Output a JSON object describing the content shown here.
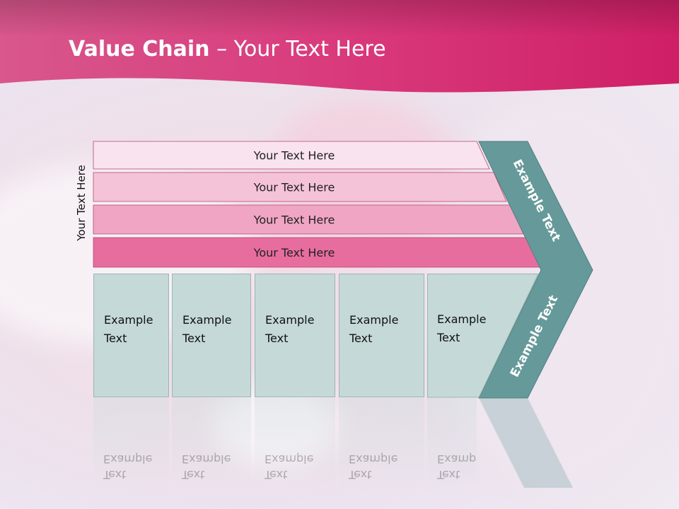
{
  "title": {
    "bold": "Value Chain",
    "rest": "– Your Text Here"
  },
  "side_label": "Your Text Here",
  "bars": [
    {
      "label": "Your Text Here",
      "color": "#f9e3ee"
    },
    {
      "label": "Your Text Here",
      "color": "#f5c3d7"
    },
    {
      "label": "Your Text Here",
      "color": "#f0a5c4"
    },
    {
      "label": "Your Text Here",
      "color": "#e86d9f"
    }
  ],
  "boxes": [
    {
      "line1": "Example",
      "line2": "Text"
    },
    {
      "line1": "Example",
      "line2": "Text"
    },
    {
      "line1": "Example",
      "line2": "Text"
    },
    {
      "line1": "Example",
      "line2": "Text"
    },
    {
      "line1": "Example",
      "line2": "Text"
    }
  ],
  "chevron": {
    "upper_label": "Example Text",
    "lower_label": "Example Text",
    "color": "#66999a"
  },
  "colors": {
    "header": "#d5266f",
    "box_fill": "#c4d9d8"
  }
}
